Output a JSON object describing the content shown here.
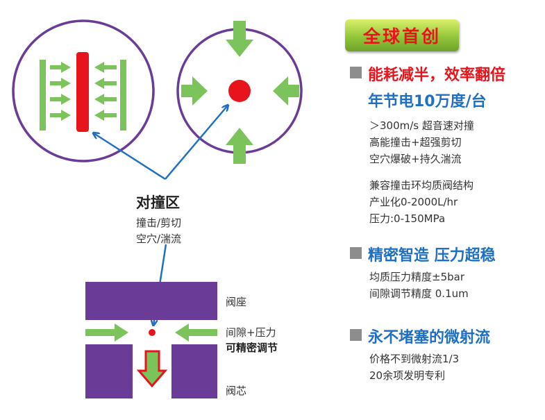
{
  "colors": {
    "red": "#e8141c",
    "blue": "#1f6fc2",
    "green": "#7cc35b",
    "purple": "#6a3c97",
    "gray_bullet": "#8d8d8d"
  },
  "diagram": {
    "collision_zone": {
      "title": "对撞区",
      "line1": "撞击/剪切",
      "line2": "空穴/湍流"
    },
    "valve": {
      "seat_label": "阀座",
      "gap_label": "间隙+压力",
      "adjust_label": "可精密调节",
      "core_label": "阀芯"
    }
  },
  "panel": {
    "badge": "全球首创",
    "section1": {
      "title": "能耗减半，效率翻倍",
      "subtitle": "年节电10万度/台",
      "lines_a": [
        "＞300m/s 超音速对撞",
        "高能撞击+超强剪切",
        "空穴爆破+持久湍流"
      ],
      "lines_b": [
        "兼容撞击环均质阀结构",
        "产业化0-2000L/hr",
        "压力:0-150MPa"
      ]
    },
    "section2": {
      "title": "精密智造  压力超稳",
      "lines": [
        "均质压力精度±5bar",
        "间隙调节精度 0.1um"
      ]
    },
    "section3": {
      "title": "永不堵塞的微射流",
      "lines": [
        "价格不到微射流1/3",
        "20余项发明专利"
      ]
    }
  }
}
